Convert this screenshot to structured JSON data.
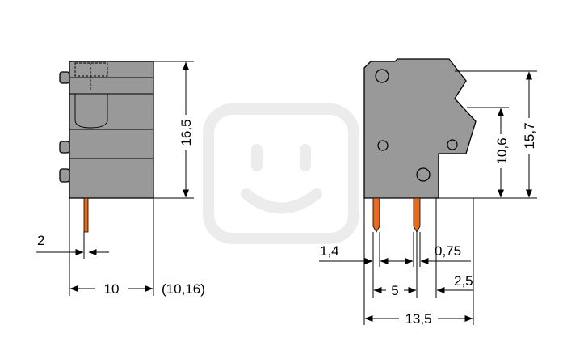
{
  "left_view": {
    "height_label": "16,5",
    "width_label": "10",
    "width_alt_label": "(10,16)",
    "pin_offset_label": "2"
  },
  "right_view": {
    "height_label": "15,7",
    "inner_height_label": "10,6",
    "pin_width_label": "1,4",
    "pin_pitch_label": "5",
    "pin_thickness_label": "0,75",
    "offset_label": "2,5",
    "width_label": "13,5"
  },
  "colors": {
    "housing": "#999999",
    "pin": "#e86a1e",
    "watermark": "#ececec"
  }
}
